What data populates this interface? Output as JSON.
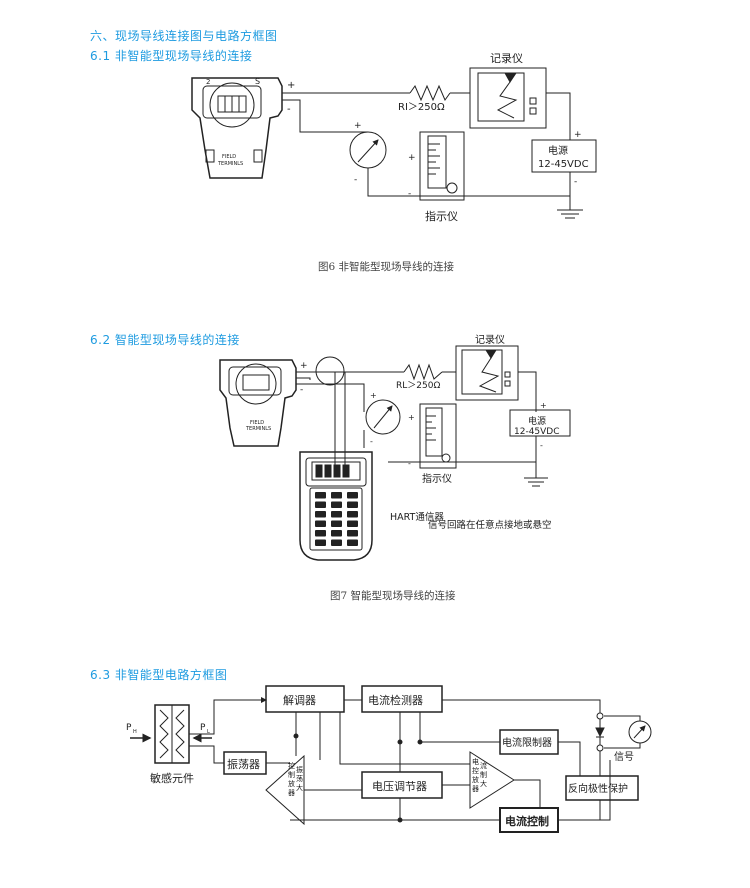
{
  "section": {
    "title": "六、现场导线连接图与电路方框图",
    "s61": "6.1 非智能型现场导线的连接",
    "s62": "6.2 智能型现场导线的连接",
    "s63": "6.3 非智能型电路方框图"
  },
  "fig6": {
    "caption": "图6 非智能型现场导线的连接",
    "recorder": "记录仪",
    "resistor": "RI＞250Ω",
    "power_line1": "电源",
    "power_line2": "12-45VDC",
    "indicator": "指示仪",
    "field_label1": "FIELD",
    "field_label2": "TERMINLS",
    "plus": "+",
    "minus": "-",
    "terminal_s": "S",
    "terminal_2": "2"
  },
  "fig7": {
    "caption": "图7 智能型现场导线的连接",
    "recorder": "记录仪",
    "resistor": "RL＞250Ω",
    "power_line1": "电源",
    "power_line2": "12-45VDC",
    "indicator": "指示仪",
    "hart": "HART通信器",
    "note": "信号回路在任意点接地或悬空",
    "field_label1": "FIELD",
    "field_label2": "TERMINLS"
  },
  "fig8": {
    "demodulator": "解调器",
    "current_detector": "电流检测器",
    "current_limiter": "电流限制器",
    "oscillator": "振荡器",
    "osc_amp_1": "振",
    "osc_amp_2": "荡",
    "osc_amp_3": "控",
    "osc_amp_4": "制",
    "osc_amp_5": "放",
    "osc_amp_6": "大",
    "osc_amp_7": "器",
    "voltage_regulator": "电压调节器",
    "cur_amp_1": "电",
    "cur_amp_2": "流",
    "cur_amp_3": "控",
    "cur_amp_4": "制",
    "cur_amp_5": "放",
    "cur_amp_6": "大",
    "cur_amp_7": "器",
    "current_control": "电流控制",
    "reverse_protect": "反向极性保护",
    "sensor": "敏感元件",
    "signal": "信号",
    "ph": "P",
    "ph_sub": "H",
    "pl": "P",
    "pl_sub": "L"
  },
  "colors": {
    "heading": "#1e9be0",
    "line": "#222222"
  }
}
